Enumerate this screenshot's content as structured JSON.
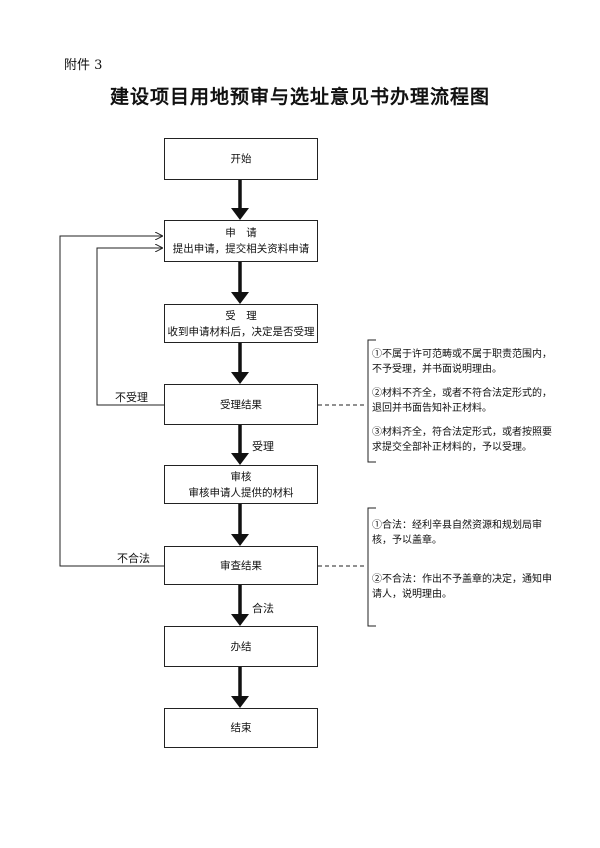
{
  "attachment": "附件 3",
  "title": "建设项目用地预审与选址意见书办理流程图",
  "nodes": {
    "start": {
      "title": "开始"
    },
    "apply": {
      "title": "申　请",
      "desc": "提出申请，提交相关资料申请"
    },
    "accept": {
      "title": "受　理",
      "desc": "收到申请材料后，决定是否受理"
    },
    "accept_result": {
      "title": "受理结果"
    },
    "review": {
      "title": "审核",
      "desc": "审核申请人提供的材料"
    },
    "review_result": {
      "title": "审查结果"
    },
    "complete": {
      "title": "办结"
    },
    "end": {
      "title": "结束"
    }
  },
  "edge_labels": {
    "not_accepted": "不受理",
    "accepted": "受理",
    "not_legal": "不合法",
    "legal": "合法"
  },
  "notes": {
    "accept_result": [
      "①不属于许可范畴或不属于职责范围内，不予受理，并书面说明理由。",
      "②材料不齐全，或者不符合法定形式的，退回并书面告知补正材料。",
      "③材料齐全，符合法定形式，或者按照要求提交全部补正材料的，予以受理。"
    ],
    "review_result": [
      "①合法：经利辛县自然资源和规划局审核，予以盖章。",
      "②不合法：作出不予盖章的决定，通知申请人，说明理由。"
    ]
  }
}
